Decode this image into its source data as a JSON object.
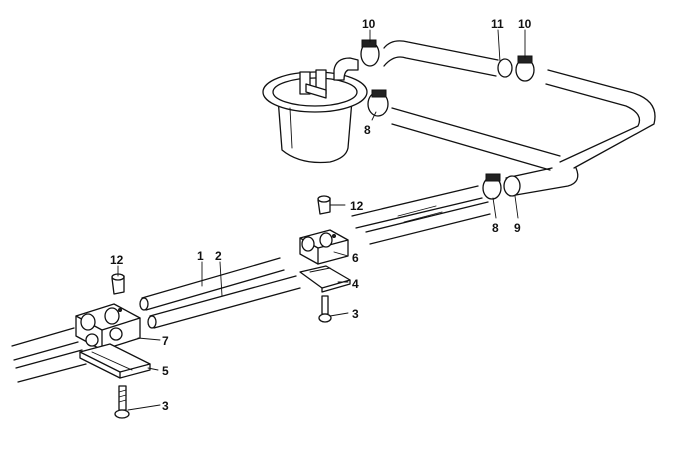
{
  "callouts": [
    {
      "id": "c10a",
      "text": "10"
    },
    {
      "id": "c11",
      "text": "11"
    },
    {
      "id": "c10b",
      "text": "10"
    },
    {
      "id": "c8a",
      "text": "8"
    },
    {
      "id": "c12a",
      "text": "12"
    },
    {
      "id": "c8b",
      "text": "8"
    },
    {
      "id": "c9",
      "text": "9"
    },
    {
      "id": "c1",
      "text": "1"
    },
    {
      "id": "c2",
      "text": "2"
    },
    {
      "id": "c6",
      "text": "6"
    },
    {
      "id": "c12b",
      "text": "12"
    },
    {
      "id": "c4",
      "text": "4"
    },
    {
      "id": "c3a",
      "text": "3"
    },
    {
      "id": "c7",
      "text": "7"
    },
    {
      "id": "c5",
      "text": "5"
    },
    {
      "id": "c3b",
      "text": "3"
    }
  ]
}
